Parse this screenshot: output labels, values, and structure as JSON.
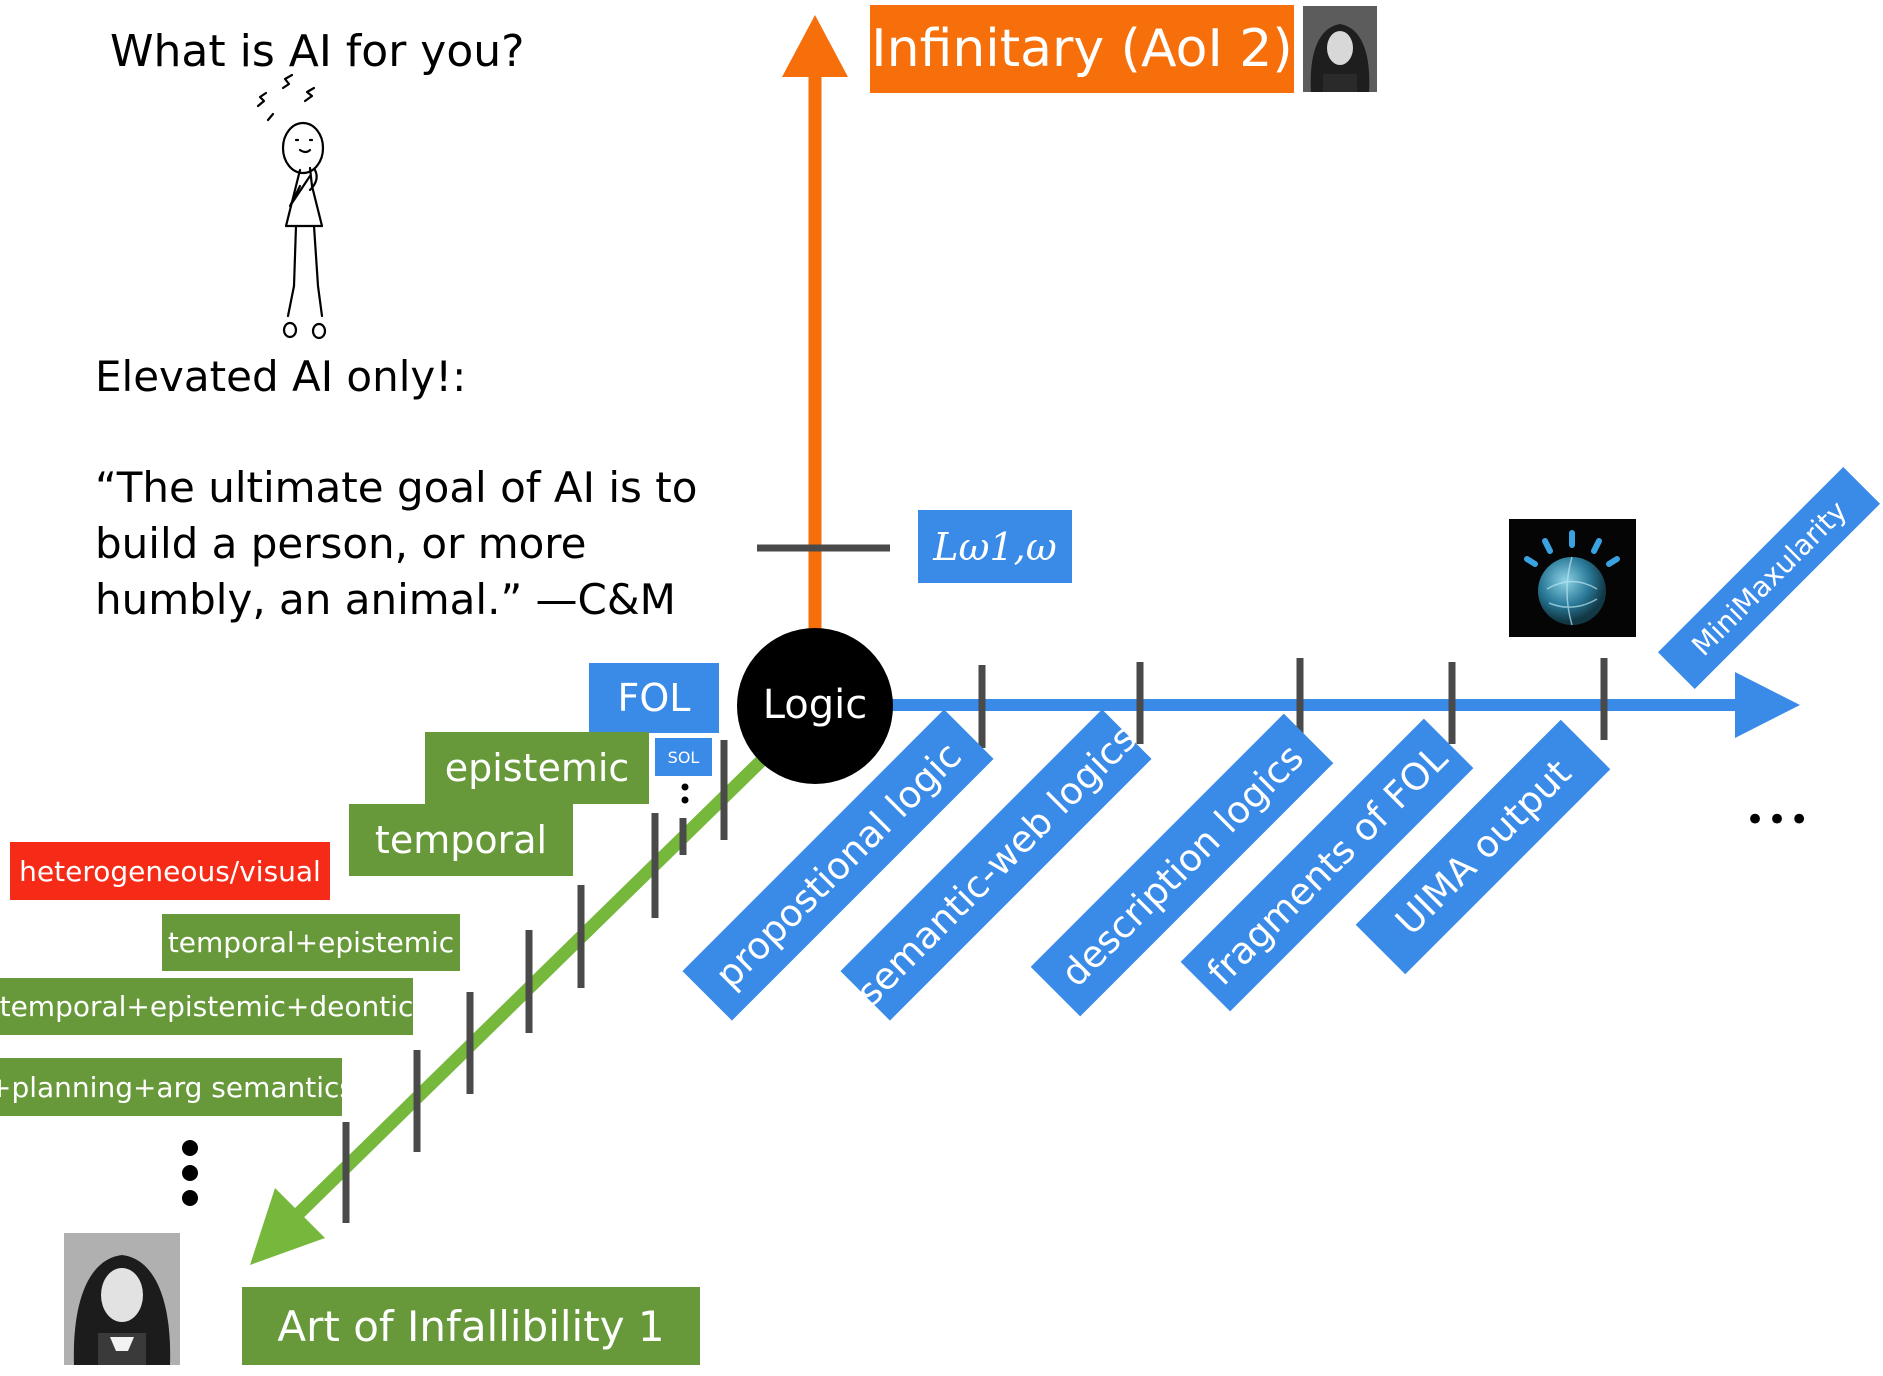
{
  "question": "What is AI for you?",
  "elevated": "Elevated AI only!:",
  "quote_lines": [
    "“The ultimate goal of AI is to",
    "build a person, or more",
    "humbly, an animal.”  —C&M"
  ],
  "top_label": "Infinitary (AoI 2)",
  "infinitary_logic_label": "Lω1,ω",
  "center_label": "Logic",
  "fol_label": "FOL",
  "sol_label": "SOL",
  "right_axis_labels": [
    "propostional logic",
    "semantic-web logics",
    "description logics",
    "fragments of FOL",
    "UIMA output",
    "MiniMaxularity"
  ],
  "right_ellipsis": "•••",
  "left_axis_labels": {
    "epistemic": "epistemic",
    "temporal": "temporal",
    "heterogeneous": "heterogeneous/visual",
    "temporal_epistemic": "temporal+epistemic",
    "temporal_epistemic_deontic": "temporal+epistemic+deontic",
    "planning": "+planning+arg semantics"
  },
  "bottom_label": "Art of Infallibility 1",
  "colors": {
    "orange": "#f66f0a",
    "blue": "#3a8ae8",
    "green": "#67993a",
    "green_arrow": "#76b83c",
    "red": "#f52a17",
    "tick": "#4a4a4a",
    "node": "#000000"
  }
}
